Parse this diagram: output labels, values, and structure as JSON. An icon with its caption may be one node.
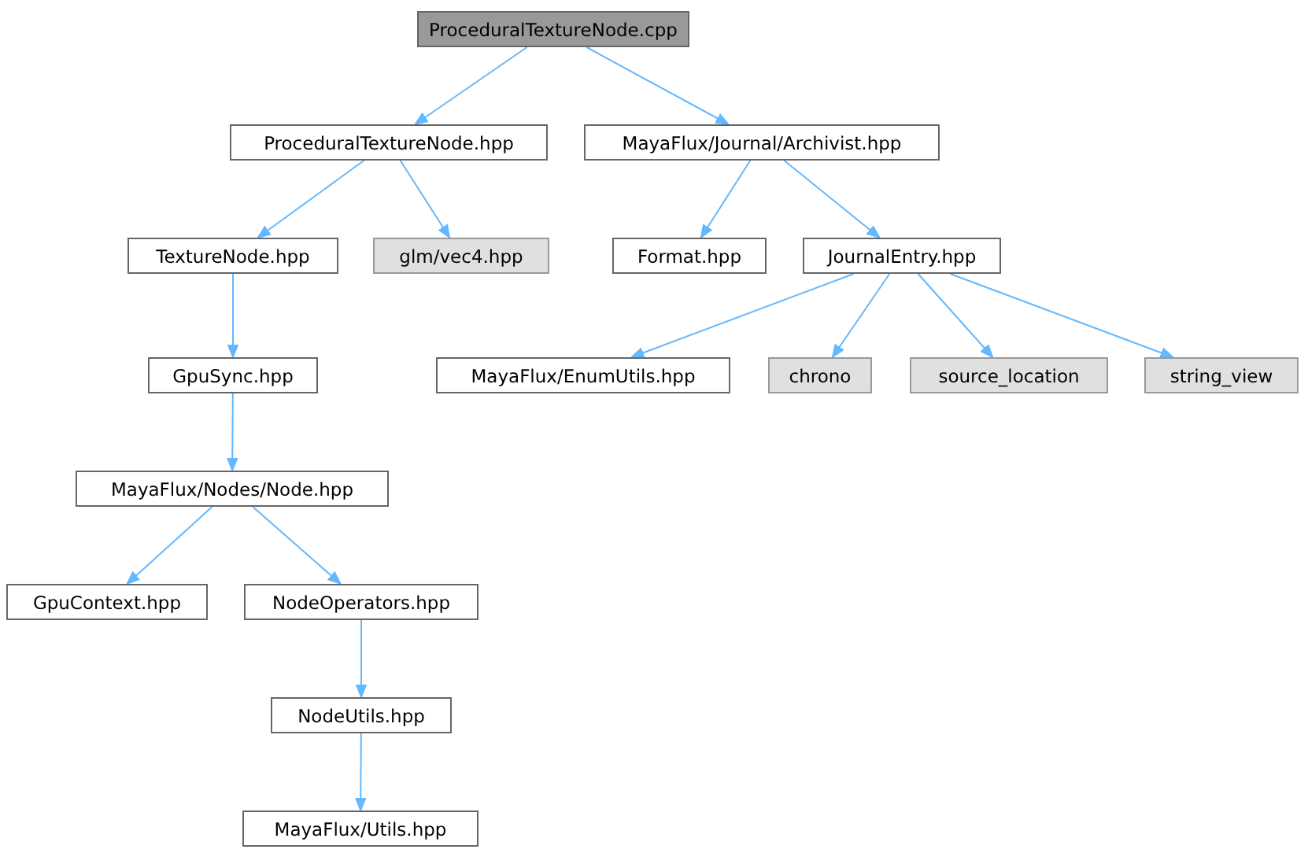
{
  "diagram": {
    "nodes": [
      {
        "text": [
          "ProceduralTextureNode.cpp"
        ]
      },
      {
        "text": [
          "ProceduralTextureNode.hpp"
        ]
      },
      {
        "text": [
          "MayaFlux/Journal/Archivist.hpp"
        ]
      },
      {
        "text": [
          "TextureNode.hpp"
        ]
      },
      {
        "text": [
          "glm/vec4.hpp"
        ]
      },
      {
        "text": [
          "Format.hpp"
        ]
      },
      {
        "text": [
          "JournalEntry.hpp"
        ]
      },
      {
        "text": [
          "GpuSync.hpp"
        ]
      },
      {
        "text": [
          "MayaFlux/EnumUtils.hpp"
        ]
      },
      {
        "text": [
          "chrono"
        ]
      },
      {
        "text": [
          "source_location"
        ]
      },
      {
        "text": [
          "string_view"
        ]
      },
      {
        "text": [
          "MayaFlux/Nodes/Node.hpp"
        ]
      },
      {
        "text": [
          "GpuContext.hpp"
        ]
      },
      {
        "text": [
          "NodeOperators.hpp"
        ]
      },
      {
        "text": [
          "NodeUtils.hpp"
        ]
      },
      {
        "text": [
          "MayaFlux/Utils.hpp"
        ]
      }
    ],
    "edges": [
      {
        "from": 0,
        "to": 1,
        "arrow": "to"
      },
      {
        "from": 0,
        "to": 2,
        "arrow": "to"
      },
      {
        "from": 1,
        "to": 3,
        "arrow": "to"
      },
      {
        "from": 1,
        "to": 4,
        "arrow": "to"
      },
      {
        "from": 2,
        "to": 5,
        "arrow": "to"
      },
      {
        "from": 2,
        "to": 6,
        "arrow": "to"
      },
      {
        "from": 3,
        "to": 7,
        "arrow": "to"
      },
      {
        "from": 6,
        "to": 8,
        "arrow": "to"
      },
      {
        "from": 6,
        "to": 9,
        "arrow": "to"
      },
      {
        "from": 6,
        "to": 10,
        "arrow": "to"
      },
      {
        "from": 6,
        "to": 11,
        "arrow": "to"
      },
      {
        "from": 7,
        "to": 12,
        "arrow": "to"
      },
      {
        "from": 12,
        "to": 13,
        "arrow": "to"
      },
      {
        "from": 12,
        "to": 14,
        "arrow": "to"
      },
      {
        "from": 14,
        "to": 15,
        "arrow": "to"
      },
      {
        "from": 15,
        "to": 16,
        "arrow": "to"
      }
    ]
  }
}
